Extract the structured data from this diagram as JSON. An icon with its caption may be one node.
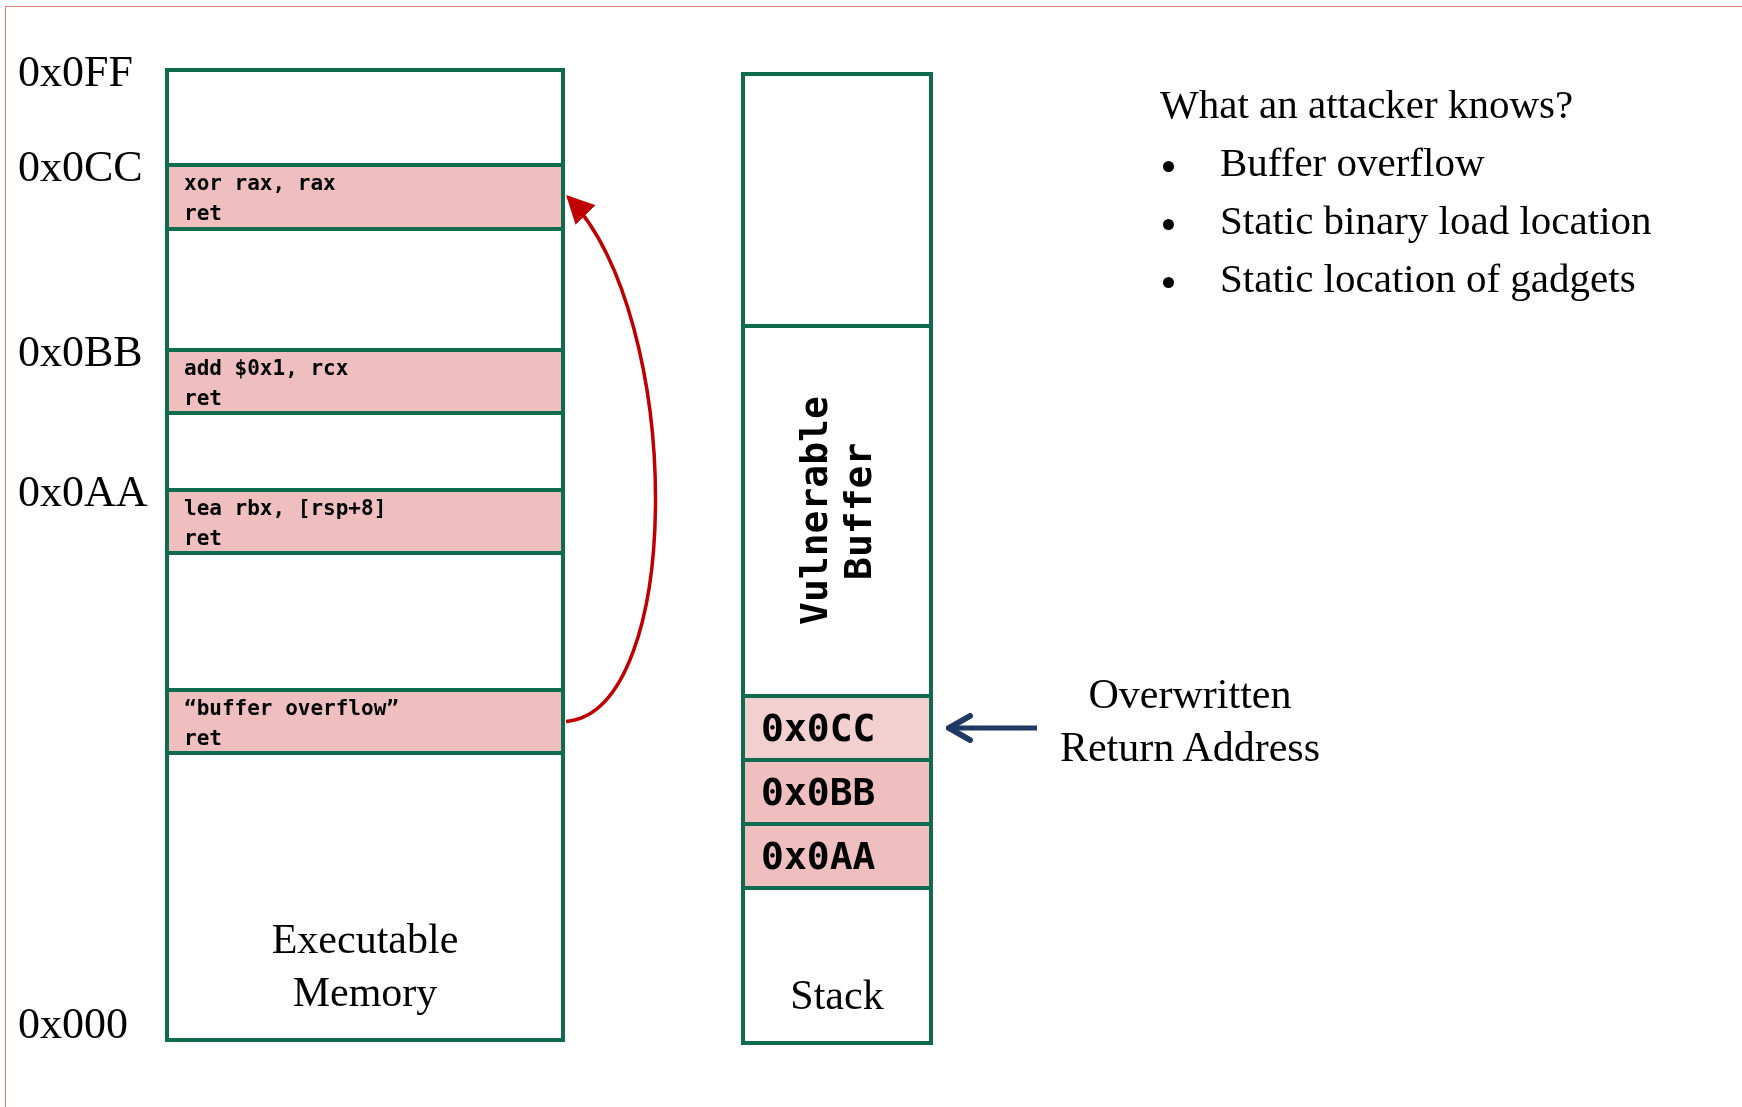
{
  "diagram": {
    "nodes": [
      {
        "text": [
          "Executable Memory"
        ]
      },
      {
        "text": [
          "xor rax, rax",
          "ret"
        ],
        "in": 0
      },
      {
        "text": [
          "add $0x1, rcx",
          "ret"
        ],
        "in": 0
      },
      {
        "text": [
          "lea rbx, [rsp+8]",
          "ret"
        ],
        "in": 0
      },
      {
        "text": [
          "“buffer overflow”",
          "ret"
        ],
        "in": 0
      },
      {
        "text": [
          "Stack"
        ]
      },
      {
        "text": [
          "Vulnerable Buffer"
        ],
        "in": 5
      },
      {
        "text": [
          "0x0CC"
        ],
        "in": 5
      },
      {
        "text": [
          "0x0BB"
        ],
        "in": 5
      },
      {
        "text": [
          "0x0AA"
        ],
        "in": 5
      },
      {
        "text": [
          "Overwritten Return Address"
        ]
      }
    ],
    "edges": [
      {
        "from": 4,
        "to": 1,
        "arrow": "to",
        "color": "#c00000"
      },
      {
        "from": 10,
        "to": 7,
        "arrow": "to",
        "color": "#1f3864"
      }
    ],
    "labels": [
      "0x0FF",
      "What an attacker knows?",
      "Buffer overflow",
      "Static binary load location",
      "Static location of gadgets",
      "0x0CC",
      "0x0BB",
      "0x0AA",
      "0x000"
    ]
  }
}
